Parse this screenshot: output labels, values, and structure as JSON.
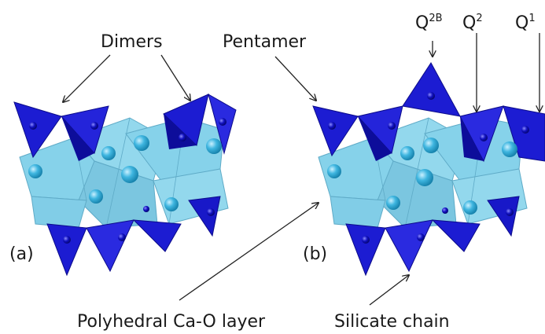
{
  "labels": {
    "dimers": "Dimers",
    "pentamer": "Pentamer",
    "panel_a": "(a)",
    "panel_b": "(b)",
    "caolayer": "Polyhedral Ca-O layer",
    "silicate": "Silicate chain",
    "q2b_base": "Q",
    "q2b_sup": "2B",
    "q2_base": "Q",
    "q2_sup": "2",
    "q1_base": "Q",
    "q1_sup": "1"
  },
  "colors": {
    "tetrahedron": "#1f1fd6",
    "tetrahedron_dark": "#0c0c9a",
    "octahedron": "#4fb3d6",
    "ca_atom": "#3fb6e0",
    "si_atom": "#0a0aa8"
  }
}
